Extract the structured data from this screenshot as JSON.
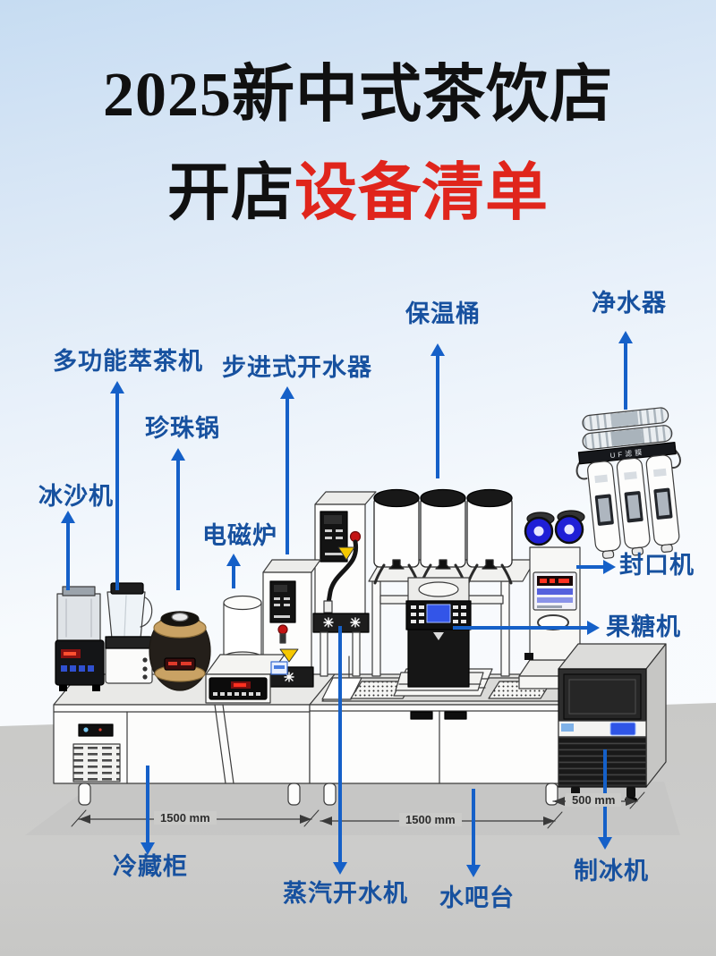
{
  "title": {
    "line1": "2025新中式茶饮店",
    "line2_prefix": "开店",
    "line2_highlight": "设备清单"
  },
  "labels": {
    "duogongneng_cuichaji": "多功能萃茶机",
    "bujinshi_kaishuiqi": "步进式开水器",
    "zhenzhuguo": "珍珠锅",
    "bingshaji": "冰沙机",
    "diancilu": "电磁炉",
    "baowentong": "保温桶",
    "jingshuiqi": "净水器",
    "fengkouji": "封口机",
    "guotangji": "果糖机",
    "lengcanggui": "冷藏柜",
    "zhengqikaishuiji": "蒸汽开水机",
    "shuibatai": "水吧台",
    "zhibingji": "制冰机"
  },
  "dimensions": {
    "left_counter": "1500 mm",
    "mid_counter": "1500 mm",
    "ice_machine": "500 mm"
  },
  "purifier": {
    "bar_text": "UF滤膜"
  },
  "colors": {
    "label_blue": "#17519f",
    "arrow_blue": "#1560c8",
    "title_red": "#e0251c",
    "title_black": "#101010",
    "floor_gray": "#cbcbc9"
  }
}
